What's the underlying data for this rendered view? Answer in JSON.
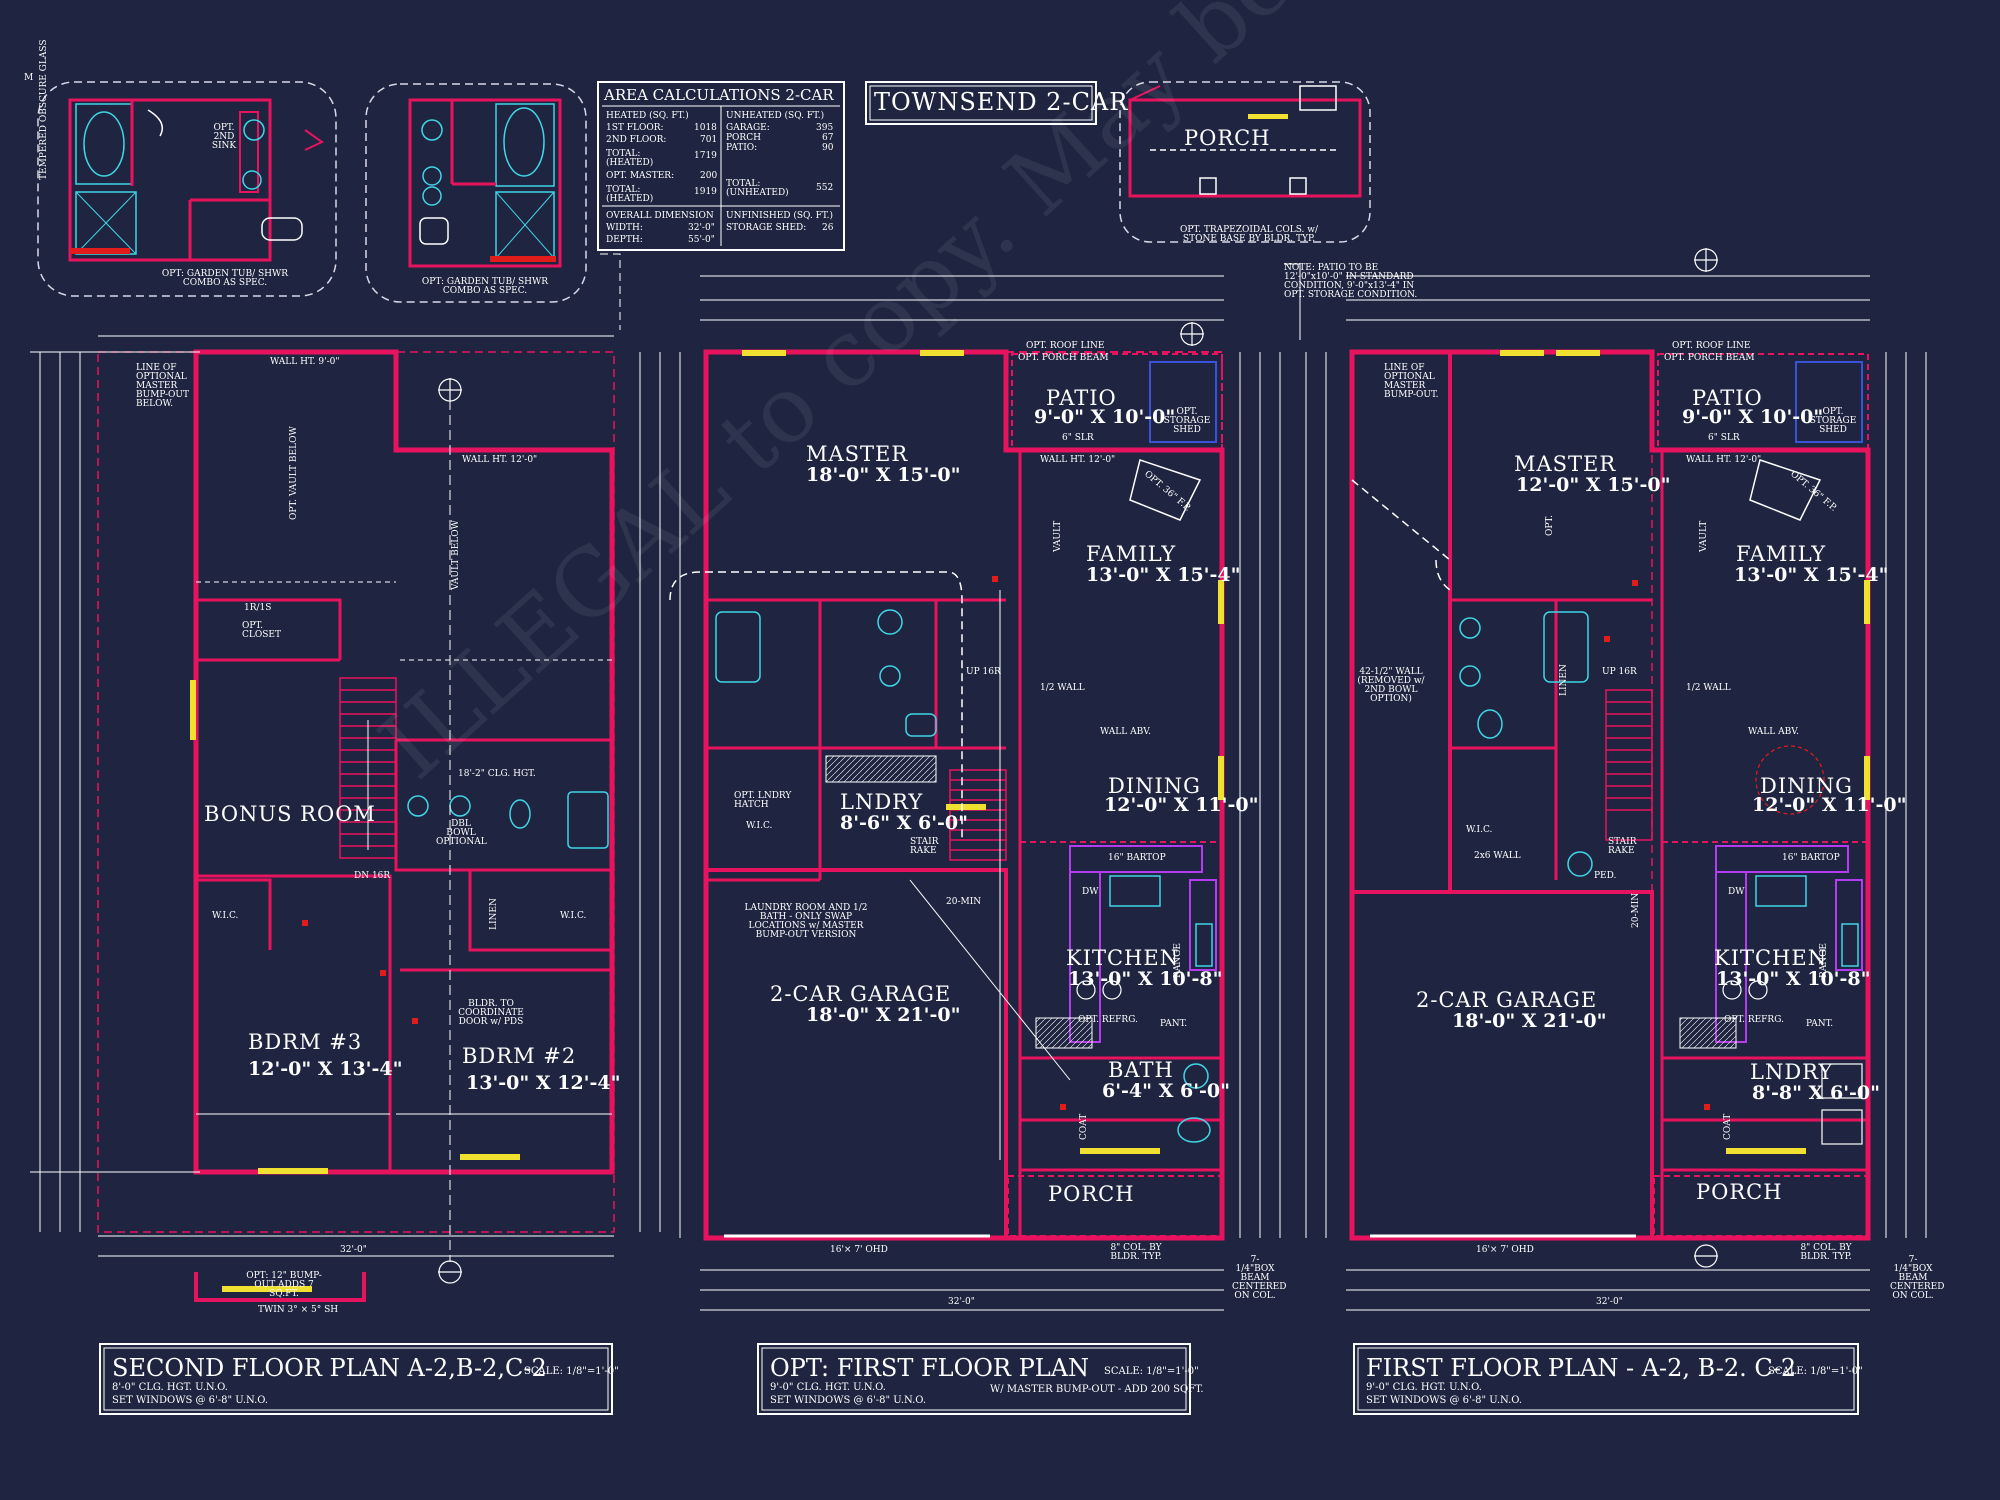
{
  "header": {
    "project_title": "TOWNSEND 2-CAR",
    "corner_mark": "M"
  },
  "area_calc": {
    "title": "AREA CALCULATIONS 2-CAR",
    "heated_header": "HEATED (SQ. FT.)",
    "heated": [
      {
        "label": "1ST FLOOR:",
        "value": "1018"
      },
      {
        "label": "2ND FLOOR:",
        "value": "701"
      },
      {
        "label": "TOTAL: (HEATED)",
        "value": "1719"
      },
      {
        "label": "OPT. MASTER:",
        "value": "200"
      },
      {
        "label": "TOTAL: (HEATED)",
        "value": "1919"
      }
    ],
    "unheated_header": "UNHEATED (SQ. FT.)",
    "unheated": [
      {
        "label": "GARAGE:",
        "value": "395"
      },
      {
        "label": "PORCH",
        "value": "67"
      },
      {
        "label": "PATIO:",
        "value": "90"
      },
      {
        "label": "TOTAL: (UNHEATED)",
        "value": "552"
      }
    ],
    "overall_header": "OVERALL DIMENSION",
    "overall": [
      {
        "label": "WIDTH:",
        "value": "32'-0\""
      },
      {
        "label": "DEPTH:",
        "value": "55'-0\""
      }
    ],
    "unfinished_header": "UNFINISHED (SQ. FT.)",
    "unfinished": [
      {
        "label": "STORAGE SHED:",
        "value": "26"
      }
    ]
  },
  "notes": {
    "garden_tub_1": "OPT: GARDEN TUB/ SHWR COMBO AS SPEC.",
    "garden_tub_2": "OPT: GARDEN TUB/ SHWR COMBO AS SPEC.",
    "tempered_glass": "TEMPERED OBSCURE GLASS",
    "opt_2nd_sink": "OPT. 2ND SINK",
    "porch_detail": "PORCH",
    "porch_cols": "OPT. TRAPEZOIDAL COLS. w/ STONE BASE BY BLDR. TYP.",
    "patio_note": "NOTE: PATIO TO BE 12'-0\"x10'-0\" IN STANDARD CONDITION, 9'-0\"x13'-4\" IN OPT. STORAGE CONDITION.",
    "laundry_note": "LAUNDRY ROOM AND 1/2 BATH - ONLY SWAP LOCATIONS w/ MASTER BUMP-OUT VERSION",
    "line_optional": "LINE OF OPTIONAL MASTER BUMP-OUT BELOW.",
    "line_optional_2": "LINE OF OPTIONAL MASTER BUMP-OUT.",
    "bump_out": "OPT: 12\" BUMP-OUT ADDS 7 SQ.FT.",
    "twin_window": "TWIN 3° × 5° SH",
    "bldr_coord": "BLDR. TO COORDINATE DOOR w/ PDS",
    "box_beam": "7-1/4\"BOX BEAM CENTERED ON COL.",
    "col_by_bldr": "8\" COL. BY BLDR. TYP.",
    "wall_removed": "42-1/2\" WALL (REMOVED w/ 2ND BOWL OPTION)"
  },
  "plans": [
    {
      "title": "SECOND FLOOR PLAN A-2,B-2,C-2",
      "sub1": "8'-0\" CLG. HGT. U.N.O.",
      "sub2": "SET WINDOWS @ 6'-8\" U.N.O.",
      "extra": "",
      "scale": "SCALE: 1/8\"=1'-0\"",
      "overall_width": "32'-0\"",
      "rooms": [
        {
          "name": "BONUS ROOM",
          "size": ""
        },
        {
          "name": "BDRM #3",
          "size": "12'-0\" X 13'-4\""
        },
        {
          "name": "BDRM #2",
          "size": "13'-0\" X 12'-4\""
        }
      ],
      "labels": [
        "WALL HT. 9'-0\"",
        "WALL HT. 12'-0\"",
        "OPT. VAULT BELOW",
        "VAULT BELOW",
        "18'-2\" CLG. HGT.",
        "W.I.C.",
        "W.I.C.",
        "LINEN",
        "DN 16R",
        "1R/1S",
        "OPT. CLOSET",
        "DBL BOWL OPTIONAL"
      ]
    },
    {
      "title": "OPT: FIRST FLOOR PLAN",
      "sub1": "9'-0\" CLG. HGT. U.N.O.",
      "sub2": "SET WINDOWS @ 6'-8\" U.N.O.",
      "extra": "W/ MASTER BUMP-OUT - ADD 200 SQFT.",
      "scale": "SCALE: 1/8\"=1'-0\"",
      "overall_width": "32'-0\"",
      "rooms": [
        {
          "name": "MASTER",
          "size": "18'-0\" X 15'-0\""
        },
        {
          "name": "PATIO",
          "size": "9'-0\" X 10'-0\""
        },
        {
          "name": "FAMILY",
          "size": "13'-0\" X 15'-4\""
        },
        {
          "name": "DINING",
          "size": "12'-0\" X 11'-0\""
        },
        {
          "name": "LNDRY",
          "size": "8'-6\" X 6'-0\""
        },
        {
          "name": "KITCHEN",
          "size": "13'-0\" X 10'-8\""
        },
        {
          "name": "BATH",
          "size": "6'-4\" X 6'-0\""
        },
        {
          "name": "2-CAR GARAGE",
          "size": "18'-0\" X 21'-0\""
        },
        {
          "name": "PORCH",
          "size": ""
        }
      ],
      "labels": [
        "OPT. ROOF LINE",
        "OPT. PORCH BEAM",
        "OPT. STORAGE SHED",
        "6\" SLR",
        "WALL HT. 12'-0\"",
        "OPT. 36\" F.P.",
        "VAULT",
        "1/2 WALL",
        "WALL ABV.",
        "16\" BARTOP",
        "DW",
        "RANGE",
        "OPT. REFRG.",
        "PANT.",
        "COAT",
        "W.I.C.",
        "OPT. LNDRY HATCH",
        "UP 16R",
        "STAIR RAKE",
        "20-MIN",
        "16'× 7' OHD"
      ]
    },
    {
      "title": "FIRST FLOOR PLAN - A-2, B-2. C-2",
      "sub1": "9'-0\" CLG. HGT. U.N.O.",
      "sub2": "SET WINDOWS @ 6'-8\" U.N.O.",
      "extra": "",
      "scale": "SCALE: 1/8\"=1'-0\"",
      "overall_width": "32'-0\"",
      "rooms": [
        {
          "name": "MASTER",
          "size": "12'-0\" X 15'-0\""
        },
        {
          "name": "PATIO",
          "size": "9'-0\" X 10'-0\""
        },
        {
          "name": "FAMILY",
          "size": "13'-0\" X 15'-4\""
        },
        {
          "name": "DINING",
          "size": "12'-0\" X 11'-0\""
        },
        {
          "name": "KITCHEN",
          "size": "13'-0\" X 10'-8\""
        },
        {
          "name": "LNDRY",
          "size": "8'-8\" X 6'-0\""
        },
        {
          "name": "2-CAR GARAGE",
          "size": "18'-0\" X 21'-0\""
        },
        {
          "name": "PORCH",
          "size": ""
        }
      ],
      "labels": [
        "OPT. ROOF LINE",
        "OPT. PORCH BEAM",
        "OPT. STORAGE SHED",
        "6\" SLR",
        "WALL HT. 12'-0\"",
        "OPT. 36\" F.P.",
        "VAULT",
        "OPT.",
        "1/2 WALL",
        "WALL ABV.",
        "16\" BARTOP",
        "DW",
        "RANGE",
        "OPT. REFRG.",
        "PANT.",
        "COAT",
        "W.I.C.",
        "LINEN",
        "UP 16R",
        "STAIR RAKE",
        "20-MIN",
        "PED.",
        "2x6 WALL",
        "16'× 7' OHD"
      ]
    }
  ],
  "watermark": "ILLEGAL to copy. May be used for Construction Estimating",
  "colors": {
    "background": "#1f2540",
    "wall": "#e8135f",
    "line": "#ffffff",
    "dashed": "#d8d8e8",
    "fixture": "#3fd6e6",
    "accent_purple": "#b33cf0",
    "window": "#f0e030",
    "smoke": "#e21b1b"
  }
}
